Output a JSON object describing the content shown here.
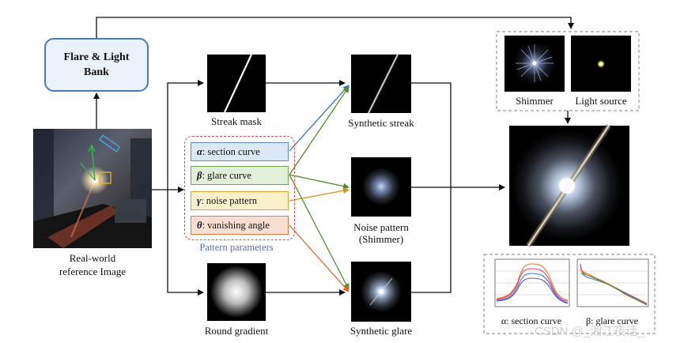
{
  "bank": {
    "line1": "Flare & Light",
    "line2": "Bank"
  },
  "reference": {
    "line1": "Real-world",
    "line2": "reference Image"
  },
  "masks": {
    "streak": "Streak mask",
    "round": "Round gradient"
  },
  "outputs": {
    "streak": "Synthetic streak",
    "noise_line1": "Noise pattern",
    "noise_line2": "(Shimmer)",
    "glare": "Synthetic glare"
  },
  "params": {
    "title": "Pattern parameters",
    "items": [
      {
        "sym": "α",
        "text": ":  section curve",
        "fill": "#dbe8f6",
        "stroke": "#5b8cc8"
      },
      {
        "sym": "β",
        "text": ":  glare curve",
        "fill": "#e2efd8",
        "stroke": "#6aa84f"
      },
      {
        "sym": "γ",
        "text": ":  noise pattern",
        "fill": "#fdf0cc",
        "stroke": "#d9a62b"
      },
      {
        "sym": "θ",
        "text": ":  vanishing angle",
        "fill": "#f9dfd2",
        "stroke": "#e07b4c"
      }
    ]
  },
  "bank_samples": {
    "shimmer": "Shimmer",
    "light_source": "Light source"
  },
  "curves": {
    "alpha": "α:  section curve",
    "beta": "β:  glare curve"
  },
  "arrow_colors": {
    "alpha": "#3b6fb6",
    "beta": "#4f8f2e",
    "gamma": "#c9971f",
    "theta": "#d9662c"
  },
  "watermark": "CSDN @_湘江夜话_"
}
